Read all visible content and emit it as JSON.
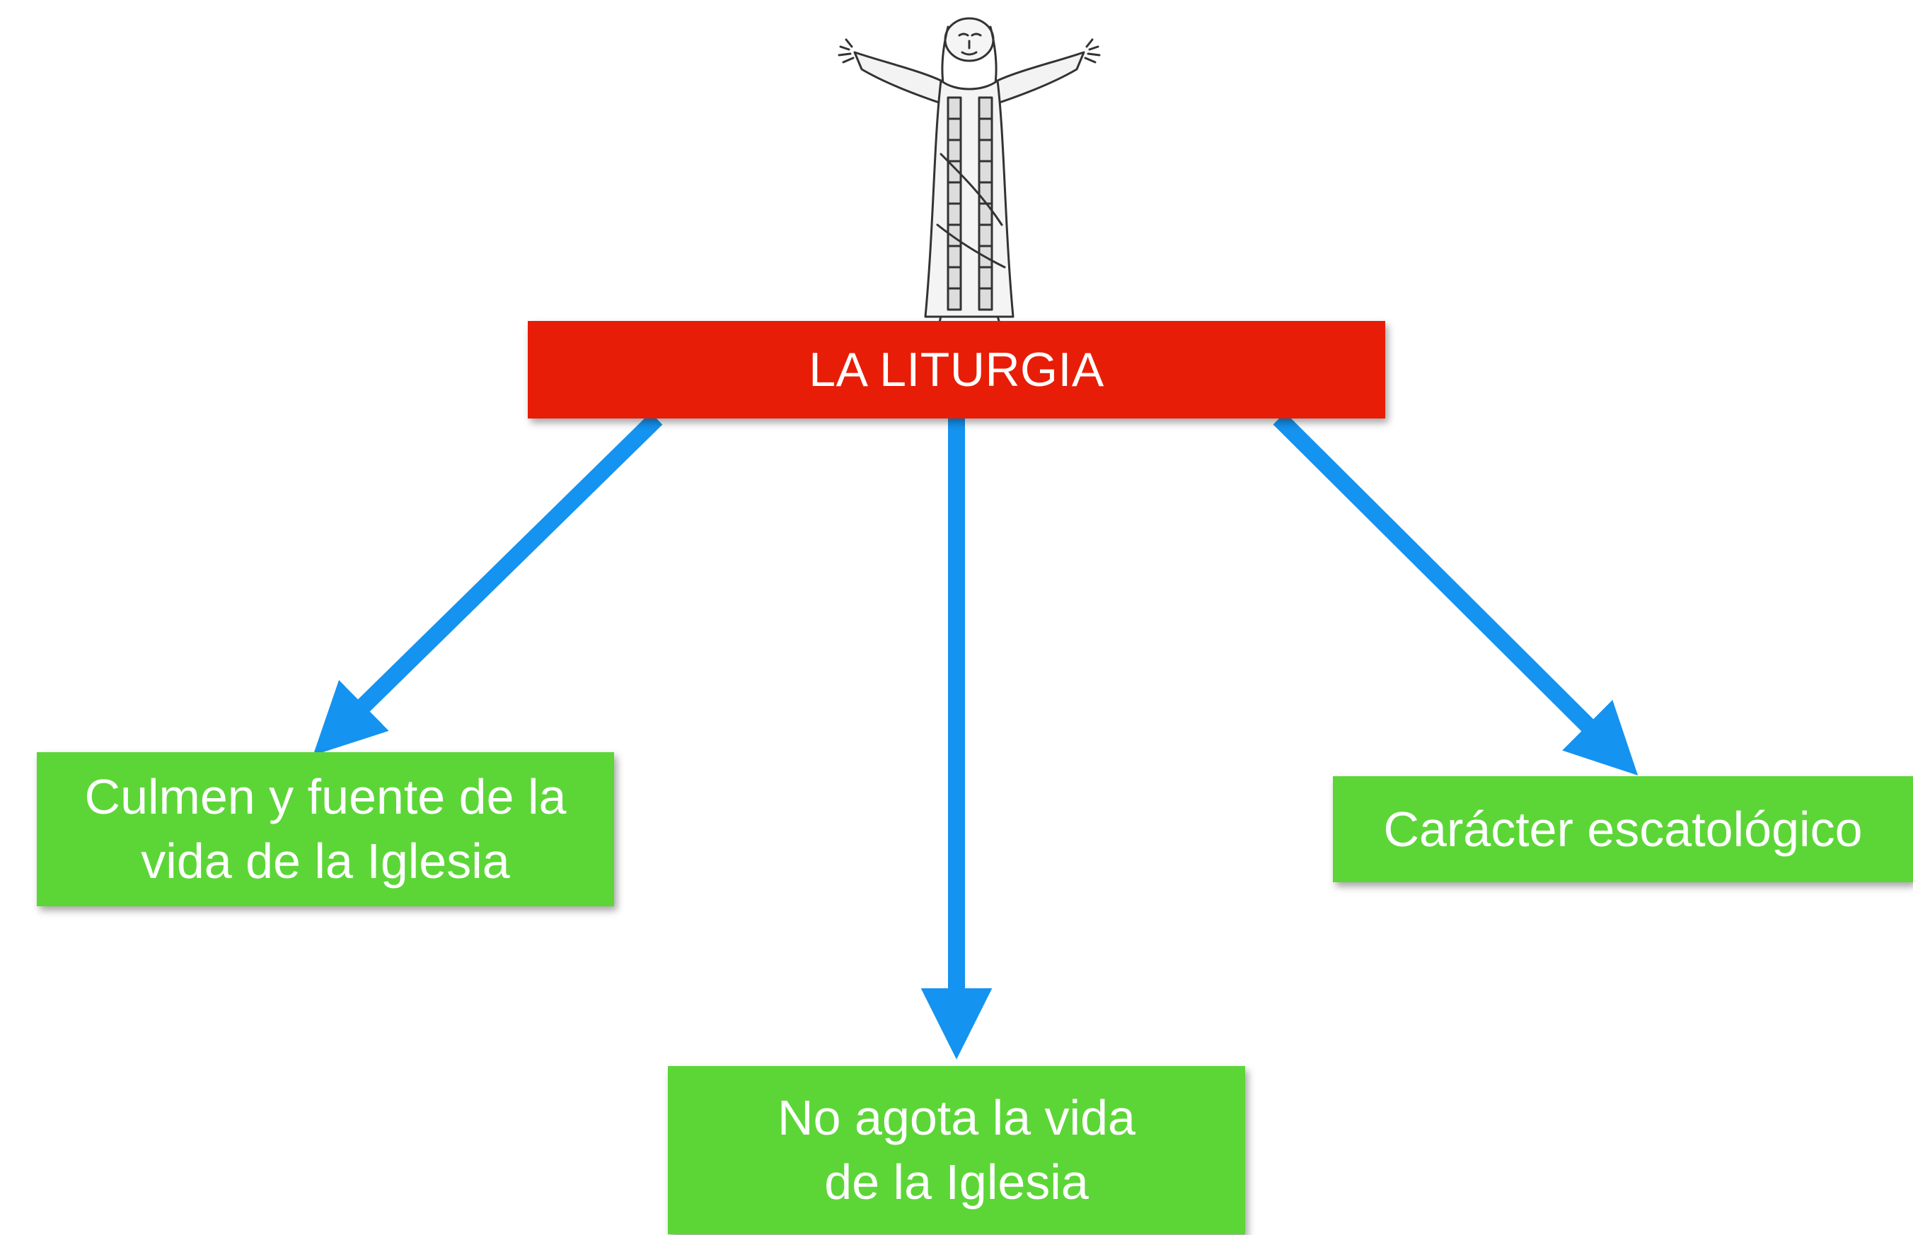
{
  "diagram": {
    "root": {
      "label": "LA LITURGIA"
    },
    "children": [
      {
        "line1": "Culmen y fuente de la",
        "line2": "vida de la Iglesia"
      },
      {
        "line1": "No agota la vida",
        "line2": "de la Iglesia"
      },
      {
        "line1": "Carácter escatológico",
        "line2": ""
      }
    ]
  },
  "illustration": {
    "icon": "christ-figure-icon"
  },
  "colors": {
    "root_fill": "#e81d07",
    "child_fill": "#5cd637",
    "arrow": "#1493f0",
    "text": "#ffffff"
  }
}
